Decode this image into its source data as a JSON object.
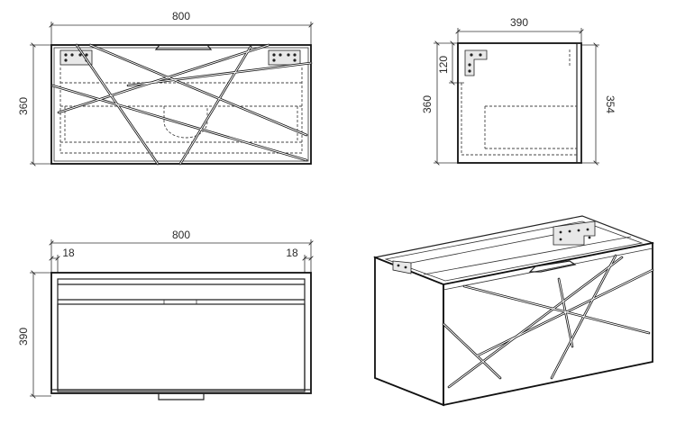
{
  "colors": {
    "line": "#222222",
    "background": "#ffffff",
    "bracket_fill": "#e8e8e8"
  },
  "front_view": {
    "width_label": "800",
    "height_label": "360"
  },
  "side_view": {
    "depth_label": "390",
    "height_label": "360",
    "top_offset_label": "120",
    "inner_height_label": "354"
  },
  "top_view": {
    "width_label": "800",
    "left_side_label": "18",
    "right_side_label": "18",
    "depth_label": "390"
  },
  "iso_view": {}
}
